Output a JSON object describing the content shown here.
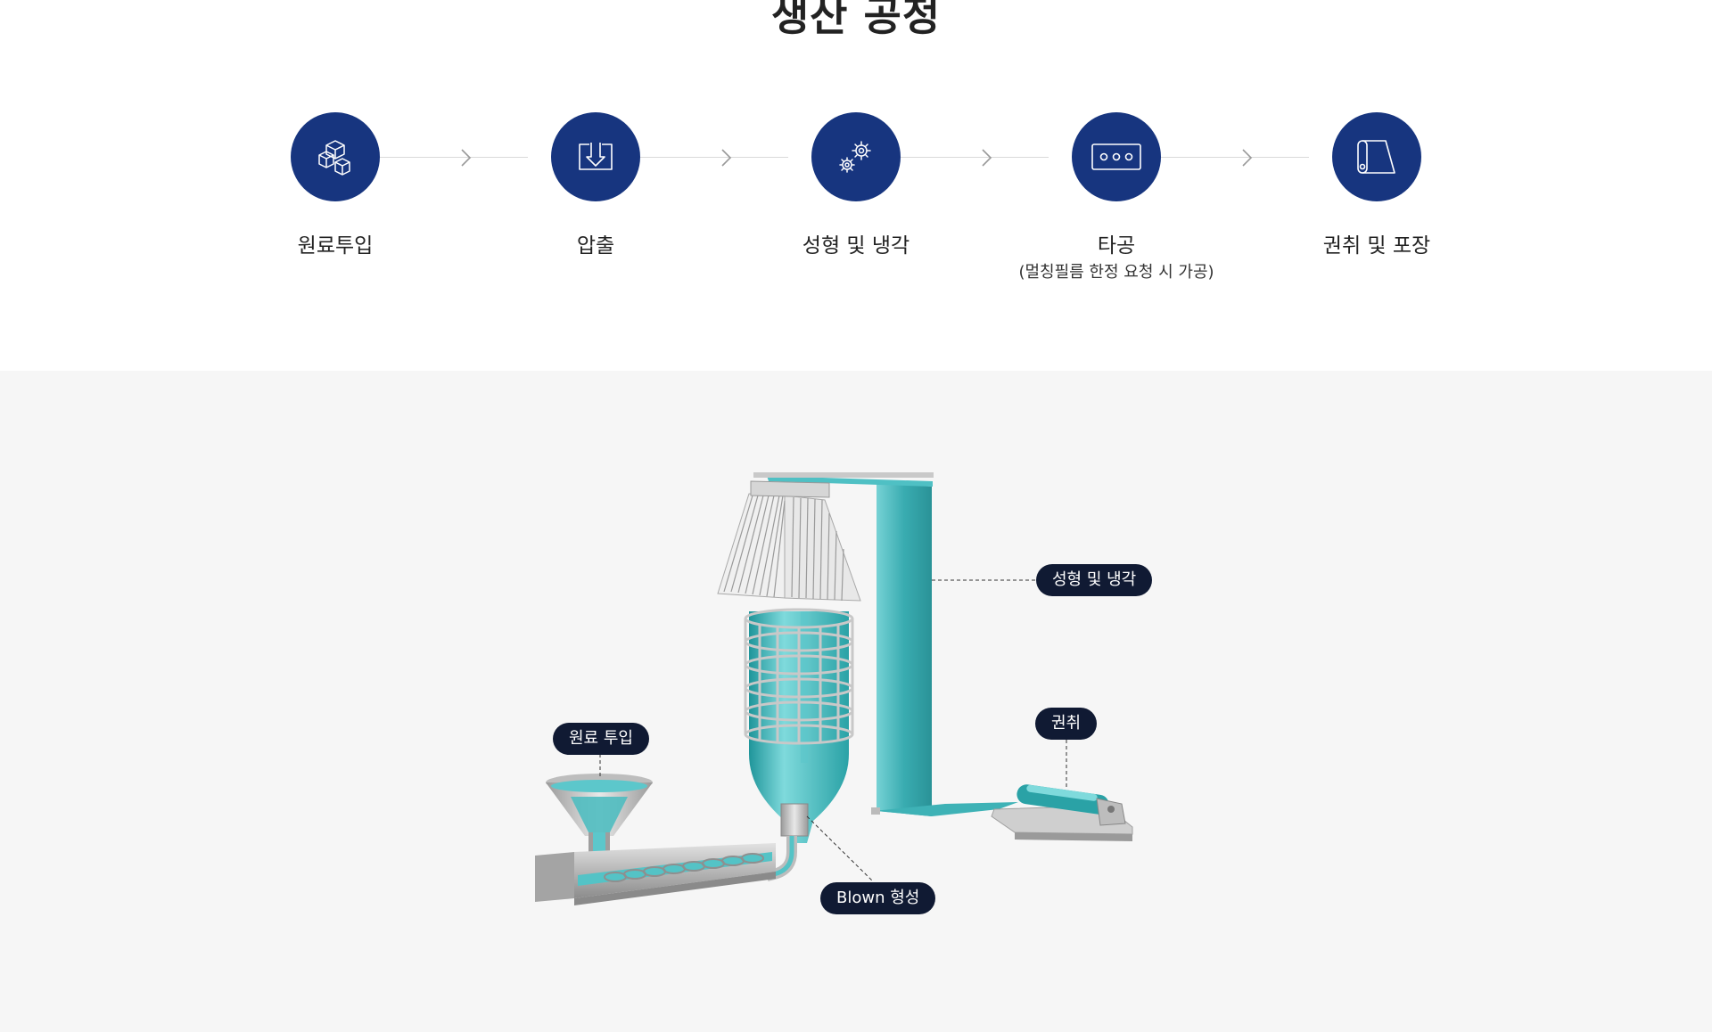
{
  "header": {
    "title": "생산 공정"
  },
  "steps": [
    {
      "label": "원료투입",
      "sub": "",
      "icon": "cubes-icon"
    },
    {
      "label": "압출",
      "sub": "",
      "icon": "extrude-icon"
    },
    {
      "label": "성형 및 냉각",
      "sub": "",
      "icon": "gears-icon"
    },
    {
      "label": "타공",
      "sub": "(멀칭필름 한정 요청 시 가공)",
      "icon": "perforation-icon"
    },
    {
      "label": "권취 및 포장",
      "sub": "",
      "icon": "roll-icon"
    }
  ],
  "diagram": {
    "tags": {
      "forming": "성형 및 냉각",
      "winding": "권취",
      "input": "원료 투입",
      "blown": "Blown 형성"
    }
  },
  "colors": {
    "brand": "#17357f",
    "tag_bg": "#101a33",
    "film": "#3fb4b8",
    "bg_gray": "#f6f6f6"
  }
}
